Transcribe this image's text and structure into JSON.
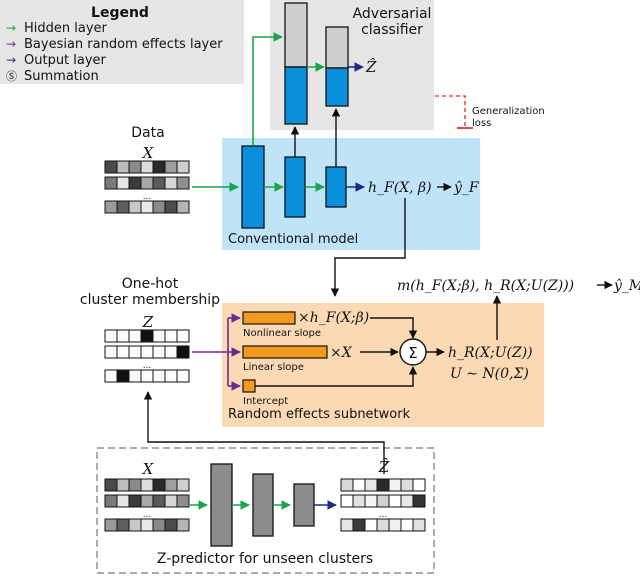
{
  "legend": {
    "title": "Legend",
    "items": [
      {
        "symbol": "→",
        "color": "#1aa34a",
        "label": "Hidden layer"
      },
      {
        "symbol": "→",
        "color": "#6a2c91",
        "label": "Bayesian random effects layer"
      },
      {
        "symbol": "→",
        "color": "#1f2a80",
        "label": "Output layer"
      },
      {
        "symbol": "Ⓢ",
        "color": "#222222",
        "label": "Summation"
      }
    ]
  },
  "adversarial": {
    "title_line1": "Adversarial",
    "title_line2": "classifier",
    "output": "Ẑ"
  },
  "generalization_loss": {
    "line1": "Generalization",
    "line2": "loss"
  },
  "data": {
    "title": "Data",
    "x_label": "X",
    "ellipsis": "..."
  },
  "conventional": {
    "label": "Conventional model",
    "output_expr": "h_F(X, β)",
    "pred": "ŷ_F"
  },
  "final_output": {
    "expr": "m(h_F(X;β), h_R(X;U(Z)))",
    "pred": "ŷ_M"
  },
  "onehot": {
    "title_line1": "One-hot",
    "title_line2": "cluster membership",
    "z_label": "Z",
    "ellipsis": "..."
  },
  "random_effects": {
    "label": "Random effects subnetwork",
    "nonlinear": {
      "label": "Nonlinear slope",
      "expr": "×h_F(X;β)"
    },
    "linear": {
      "label": "Linear slope",
      "expr": "×X"
    },
    "intercept": {
      "label": "Intercept"
    },
    "sum_symbol": "Σ",
    "output_expr": "h_R(X;U(Z))",
    "dist_expr": "U ∼ N(0,Σ)"
  },
  "z_predictor": {
    "label": "Z-predictor for unseen clusters",
    "x_label": "X",
    "z_label": "Ẑ",
    "ellipsis": "..."
  },
  "colors": {
    "green": "#1aa34a",
    "purple": "#6a2c91",
    "navy": "#1f2a80",
    "blue_fill": "#0a8fdc",
    "gray_fill": "#cfcfcf",
    "light_blue_panel": "#bfe3f7",
    "light_gray_panel": "#e6e6e6",
    "peach_panel": "#fbd9b5",
    "orange_fill": "#f39a1f",
    "red_dashed": "#d42a2a"
  }
}
